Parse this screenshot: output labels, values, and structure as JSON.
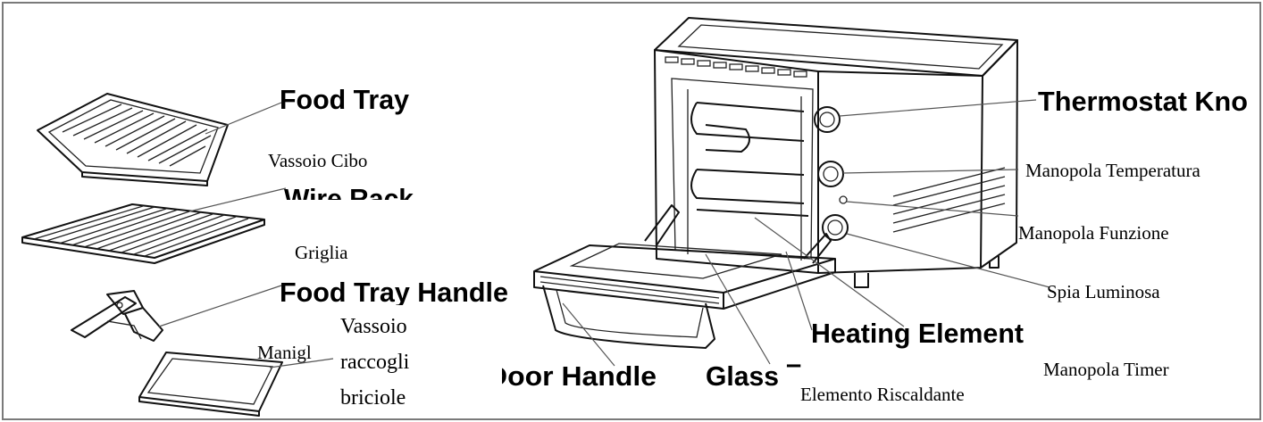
{
  "labels": {
    "food_tray": "Food Tray",
    "vassoio_cibo": "Vassoio Cibo",
    "wire_rack": "Wire Rack",
    "griglia": "Griglia",
    "food_tray_handle": "Food Tray Handle",
    "manigl": "Manigl",
    "vassoio_raccogli_briciole": [
      "Vassoio",
      "raccogli",
      "briciole"
    ],
    "door_handle": "Door Handle",
    "glass": "Glass",
    "glass_trail": "–",
    "heating_element": "Heating Element",
    "elemento_riscaldante": "Elemento Riscaldante",
    "thermostat_knob": "Thermostat Kno",
    "manopola_temperatura": "Manopola Temperatura",
    "manopola_funzione": "Manopola Funzione",
    "spia_luminosa": "Spia Luminosa",
    "manopola_timer": "Manopola Timer"
  },
  "colors": {
    "ink": "#000000",
    "frame": "#7a7a7a",
    "leader": "#555555"
  }
}
